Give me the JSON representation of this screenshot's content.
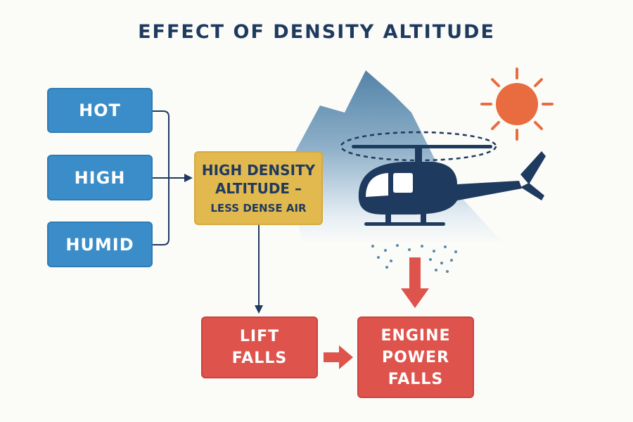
{
  "title": "EFFECT OF DENSITY ALTITUDE",
  "inputs": [
    {
      "label": "HOT"
    },
    {
      "label": "HIGH"
    },
    {
      "label": "HUMID"
    }
  ],
  "center": {
    "line1": "HIGH DENSITY",
    "line2": "ALTITUDE –",
    "line3": "LESS DENSE AIR"
  },
  "outputs": {
    "lift": {
      "line1": "LIFT",
      "line2": "FALLS"
    },
    "engine": {
      "line1": "ENGINE",
      "line2": "POWER",
      "line3": "FALLS"
    }
  },
  "colors": {
    "navy": "#1f3a5f",
    "blue": "#3a8dc8",
    "yellow": "#e2b94f",
    "red": "#de544d",
    "sun": "#e86c3f",
    "mountain": "#5a88ab"
  },
  "icons": [
    "mountain-icon",
    "sun-icon",
    "helicopter-icon",
    "down-arrow-icon",
    "right-arrow-icon"
  ]
}
